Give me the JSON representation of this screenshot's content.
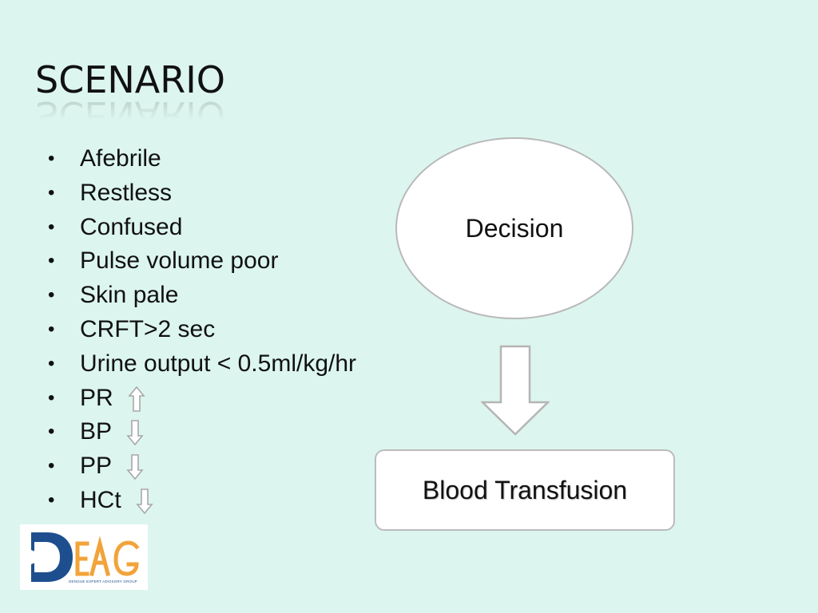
{
  "slide": {
    "title": "SCENARIO",
    "bullets": [
      {
        "text": "Afebrile",
        "arrow": ""
      },
      {
        "text": "Restless",
        "arrow": ""
      },
      {
        "text": "Confused",
        "arrow": ""
      },
      {
        "text": "Pulse volume poor",
        "arrow": ""
      },
      {
        "text": "Skin pale",
        "arrow": ""
      },
      {
        "text": "CRFT>2 sec",
        "arrow": ""
      },
      {
        "text": "Urine output < 0.5ml/kg/hr",
        "arrow": ""
      },
      {
        "text": "PR",
        "arrow": "up"
      },
      {
        "text": "BP",
        "arrow": "down"
      },
      {
        "text": "PP",
        "arrow": "down"
      },
      {
        "text": "HCt",
        "arrow": "down"
      }
    ],
    "bullet_char": "•",
    "decision_label": "Decision",
    "outcome_label": "Blood Transfusion",
    "logo": {
      "letters": "DEAG",
      "caption": "DENGUE EXPERT ADVISORY GROUP"
    },
    "colors": {
      "background": "#dcf5ef",
      "logo_blue": "#1d4f8f",
      "logo_orange": "#f2a33a"
    },
    "icons": {
      "up": "up-arrow-icon",
      "down": "down-arrow-icon"
    }
  }
}
